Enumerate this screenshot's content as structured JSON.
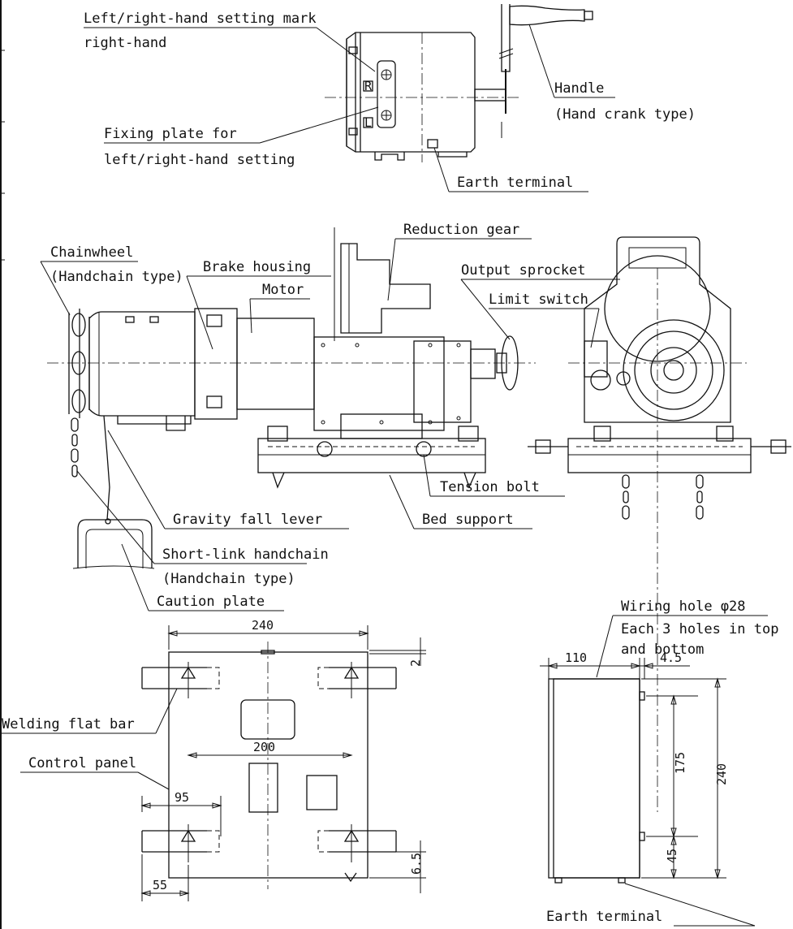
{
  "labels": {
    "lr_mark": "Left/right-hand setting mark",
    "right_hand": "right-hand",
    "fixing_plate_1": "Fixing plate for",
    "fixing_plate_2": "left/right-hand setting",
    "handle": "Handle",
    "hand_crank": "(Hand crank type)",
    "earth_terminal_top": "Earth terminal",
    "reduction_gear": "Reduction gear",
    "chainwheel": "Chainwheel",
    "handchain_type_1": "(Handchain type)",
    "brake_housing": "Brake housing",
    "motor": "Motor",
    "output_sprocket": "Output sprocket",
    "limit_switch": "Limit switch",
    "tension_bolt": "Tension bolt",
    "gravity_fall_lever": "Gravity fall lever",
    "bed_support": "Bed support",
    "short_link_handchain": "Short-link handchain",
    "handchain_type_2": "(Handchain type)",
    "caution_plate": "Caution plate",
    "wiring_hole": "Wiring hole φ28",
    "each_3_holes": "Each 3 holes in top",
    "and_bottom": "and bottom",
    "welding_flat_bar": "Welding flat bar",
    "control_panel": "Control panel",
    "earth_terminal_bottom": "Earth terminal"
  },
  "dims": {
    "d240_top": "240",
    "d2": "2",
    "d200": "200",
    "d95": "95",
    "d6_5": "6.5",
    "d55": "55",
    "d110": "110",
    "d4_5": "4.5",
    "d175": "175",
    "d240_side": "240",
    "d45": "45"
  },
  "panel_letters": {
    "r": "R",
    "l": "L"
  }
}
